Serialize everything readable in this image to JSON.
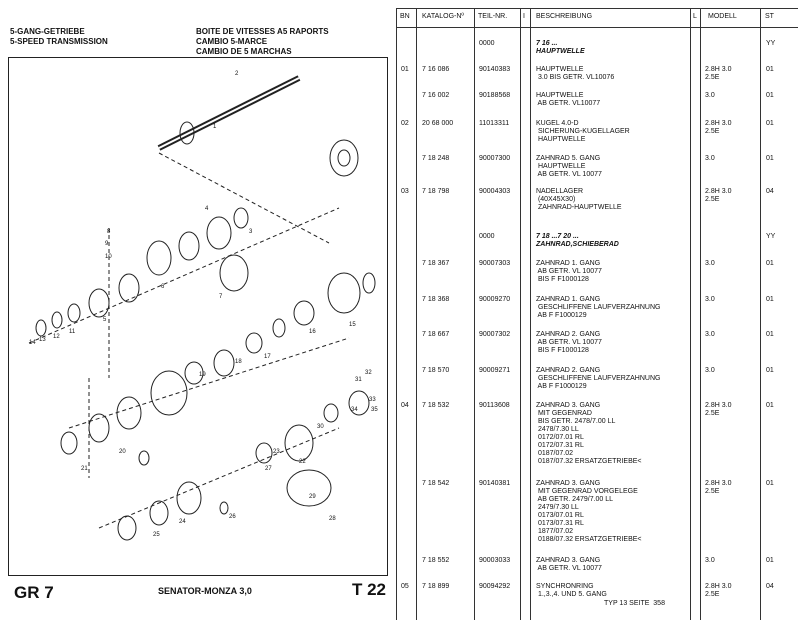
{
  "left_header": {
    "german": "5-GANG-GETRIEBE",
    "english": "5-SPEED TRANSMISSION",
    "french": "BOITE DE VITESSES A5 RAPORTS",
    "italian": "CAMBIO 5-MARCE",
    "spanish": "CAMBIO DE 5 MARCHAS"
  },
  "diagram": {
    "callouts": [
      "1",
      "2",
      "3",
      "4",
      "5",
      "6",
      "7",
      "8",
      "9",
      "10",
      "11",
      "12",
      "13",
      "14",
      "15",
      "16",
      "17",
      "18",
      "19",
      "20",
      "21",
      "22",
      "23",
      "24",
      "25",
      "26",
      "27",
      "28",
      "29",
      "30",
      "31",
      "32",
      "33",
      "34",
      "35"
    ]
  },
  "footer": {
    "group": "GR 7",
    "model": "SENATOR-MONZA 3,0",
    "page_code": "T 22"
  },
  "table": {
    "headers": {
      "bn": "BN",
      "katalog": "KATALOG-Nº",
      "teil": "TEIL-NR.",
      "i": "I",
      "beschreibung": "BESCHREIBUNG",
      "l": "L",
      "modell": "MODELL",
      "st": "ST"
    },
    "rows": [
      {
        "bn": "",
        "katalog": "",
        "teil": "0000",
        "beschreibung": "7 16 ...\nHAUPTWELLE",
        "modell": "",
        "st": "YY",
        "italic": true
      },
      {
        "bn": "01",
        "katalog": "7 16 086",
        "teil": "90140383",
        "beschreibung": "HAUPTWELLE\n 3.0 BIS GETR. VL10076",
        "modell": "2.8H 3.0\n2.5E",
        "st": "01"
      },
      {
        "bn": "",
        "katalog": "7 16 002",
        "teil": "90188568",
        "beschreibung": "HAUPTWELLE\n AB GETR. VL10077",
        "modell": "3.0",
        "st": "01"
      },
      {
        "bn": "02",
        "katalog": "20 68 000",
        "teil": "11013311",
        "beschreibung": "KUGEL 4.0-D\n SICHERUNG-KUGELLAGER\n HAUPTWELLE",
        "modell": "2.8H 3.0\n2.5E",
        "st": "01"
      },
      {
        "bn": "",
        "katalog": "7 18 248",
        "teil": "90007300",
        "beschreibung": "ZAHNRAD 5. GANG\n HAUPTWELLE\n AB GETR. VL 10077",
        "modell": "3.0",
        "st": "01"
      },
      {
        "bn": "03",
        "katalog": "7 18 798",
        "teil": "90004303",
        "beschreibung": "NADELLAGER\n (40X45X30)\n ZAHNRAD-HAUPTWELLE",
        "modell": "2.8H 3.0\n2.5E",
        "st": "04"
      },
      {
        "bn": "",
        "katalog": "",
        "teil": "0000",
        "beschreibung": "7 18 ...7 20 ...\nZAHNRAD,SCHIEBERAD",
        "modell": "",
        "st": "YY",
        "italic": true
      },
      {
        "bn": "",
        "katalog": "7 18 367",
        "teil": "90007303",
        "beschreibung": "ZAHNRAD 1. GANG\n AB GETR. VL 10077\n BIS F F1000128",
        "modell": "3.0",
        "st": "01"
      },
      {
        "bn": "",
        "katalog": "7 18 368",
        "teil": "90009270",
        "beschreibung": "ZAHNRAD 1. GANG\n GESCHLIFFENE LAUFVERZAHNUNG\n AB F F1000129",
        "modell": "3.0",
        "st": "01"
      },
      {
        "bn": "",
        "katalog": "7 18 667",
        "teil": "90007302",
        "beschreibung": "ZAHNRAD 2. GANG\n AB GETR. VL 10077\n BIS F F1000128",
        "modell": "3.0",
        "st": "01"
      },
      {
        "bn": "",
        "katalog": "7 18 570",
        "teil": "90009271",
        "beschreibung": "ZAHNRAD 2. GANG\n GESCHLIFFENE LAUFVERZAHNUNG\n AB F F1000129",
        "modell": "3.0",
        "st": "01"
      },
      {
        "bn": "04",
        "katalog": "7 18 532",
        "teil": "90113608",
        "beschreibung": "ZAHNRAD 3. GANG\n MIT GEGENRAD\n BIS GETR. 2478/7.00 LL\n 2478/7.30 LL\n 0172/07.01 RL\n 0172/07.31 RL\n 0187/07.02\n 0187/07.32 ERSATZGETRIEBE<",
        "modell": "2.8H 3.0\n2.5E",
        "st": "01"
      },
      {
        "bn": "",
        "katalog": "7 18 542",
        "teil": "90140381",
        "beschreibung": "ZAHNRAD 3. GANG\n MIT GEGENRAD VORGELEGE\n AB GETR. 2479/7.00 LL\n 2479/7.30 LL\n 0173/07.01 RL\n 0173/07.31 RL\n 1877/07.02\n 0188/07.32 ERSATZGETRIEBE<",
        "modell": "2.8H 3.0\n2.5E",
        "st": "01"
      },
      {
        "bn": "",
        "katalog": "7 18 552",
        "teil": "90003033",
        "beschreibung": "ZAHNRAD 3. GANG\n AB GETR. VL 10077",
        "modell": "3.0",
        "st": "01"
      },
      {
        "bn": "05",
        "katalog": "7 18 899",
        "teil": "90094292",
        "beschreibung": "SYNCHRONRING\n 1.,3.,4. UND 5. GANG",
        "modell": "2.8H 3.0\n2.5E",
        "st": "04"
      }
    ],
    "footer_note": "TYP 13 SEITE  358"
  }
}
